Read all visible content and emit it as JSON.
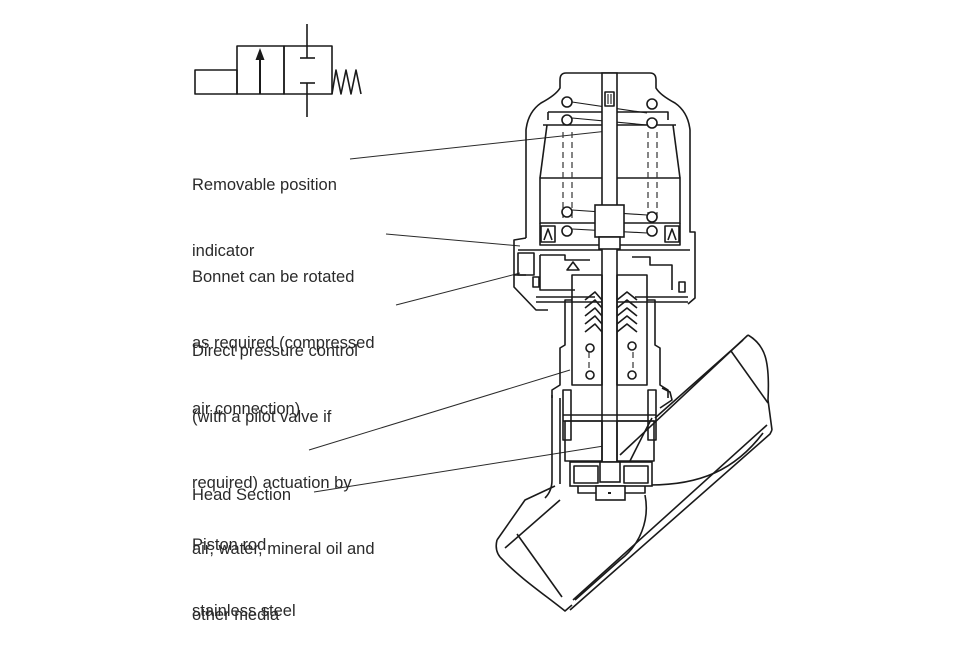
{
  "diagram": {
    "type": "technical-cross-section",
    "subject": "angle seat valve with pneumatic actuator",
    "symbol": {
      "name": "2/2-way valve symbol, normally closed, spring return",
      "icon": "valve-schematic-symbol"
    },
    "callouts": [
      {
        "id": "position-indicator",
        "lines": [
          "Removable position",
          "indicator"
        ]
      },
      {
        "id": "bonnet",
        "lines": [
          "Bonnet can be rotated",
          "as required (compressed",
          "air connection)"
        ]
      },
      {
        "id": "pressure-control",
        "lines": [
          "Direct pressure control",
          "(with a pilot valve if",
          "required) actuation by",
          "air, water, mineral oil and",
          "other media"
        ]
      },
      {
        "id": "head-section",
        "lines": [
          "Head Section"
        ]
      },
      {
        "id": "piston-rod",
        "lines": [
          "Piston rod",
          "stainless steel"
        ]
      }
    ]
  }
}
